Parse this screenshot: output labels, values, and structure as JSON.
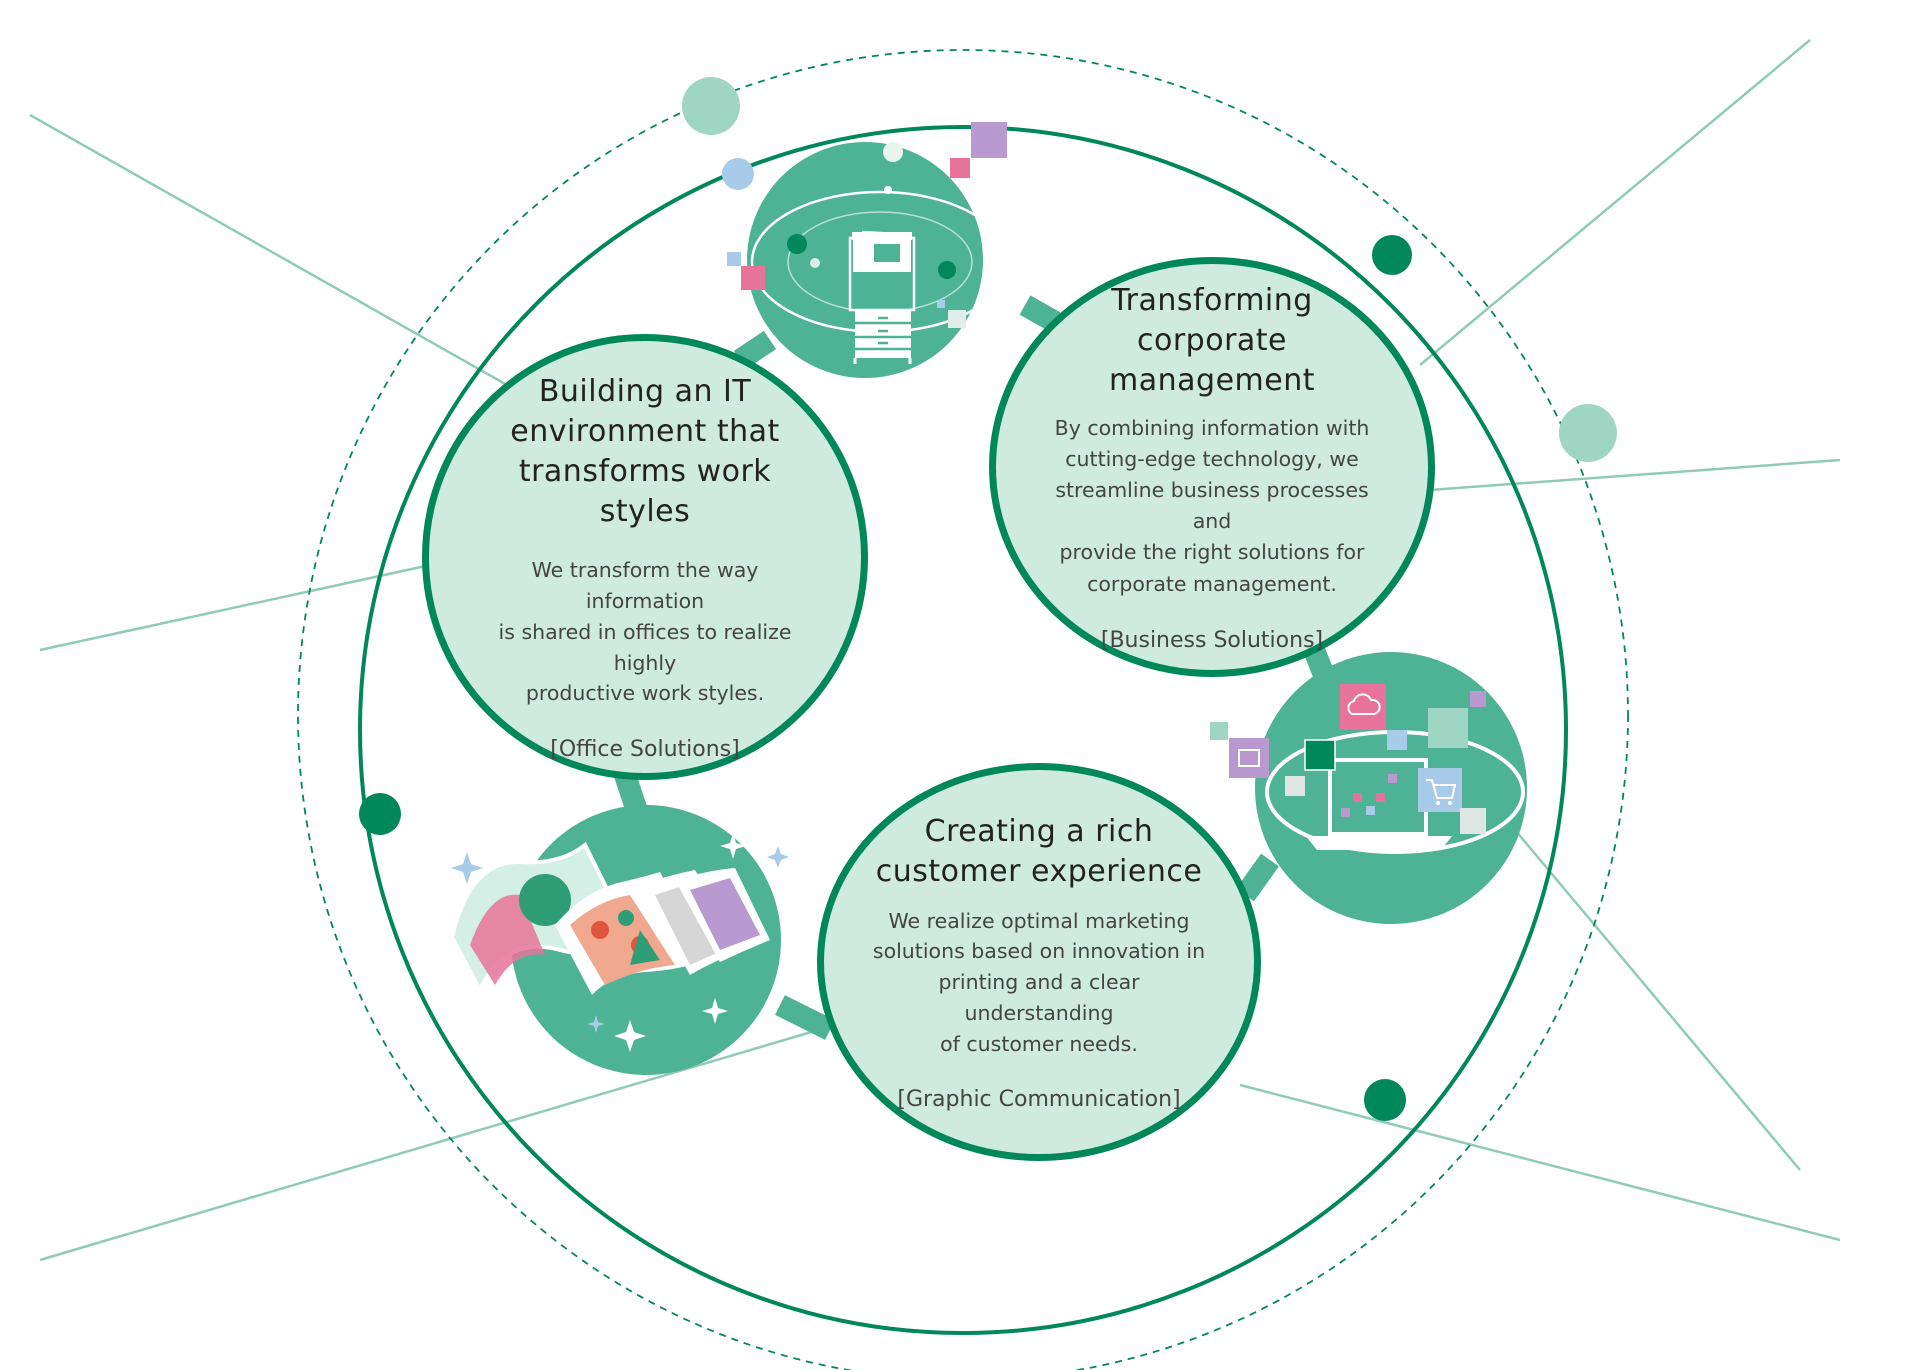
{
  "nodes": [
    {
      "id": "office",
      "title_lines": [
        "Building an IT",
        "environment that",
        "transforms work styles"
      ],
      "desc_lines": [
        "We transform the way information",
        "is shared in offices to realize highly",
        "productive work styles."
      ],
      "tag": "[Office Solutions]"
    },
    {
      "id": "business",
      "title_lines": [
        "Transforming",
        "corporate management"
      ],
      "desc_lines": [
        "By combining information with",
        "cutting-edge technology, we",
        "streamline business processes and",
        "provide the right solutions for",
        "corporate management."
      ],
      "tag": "[Business Solutions]"
    },
    {
      "id": "graphic",
      "title_lines": [
        "Creating a rich",
        "customer experience"
      ],
      "desc_lines": [
        "We realize optimal marketing",
        "solutions based on innovation in",
        "printing and a clear understanding",
        "of customer needs."
      ],
      "tag": "[Graphic Communication]"
    }
  ],
  "colors": {
    "primary_green": "#00875a",
    "medium_green": "#4db394",
    "light_green": "#cfeadf",
    "mint": "#9fd5c3",
    "pink": "#e8739a",
    "purple": "#b89ad0",
    "light_blue": "#a7cbe8"
  },
  "icons": [
    "copier-icon",
    "laptop-icon",
    "cloud-icon",
    "shopping-cart-icon",
    "storefront-icon",
    "prints-icon",
    "sparkle-icon"
  ]
}
